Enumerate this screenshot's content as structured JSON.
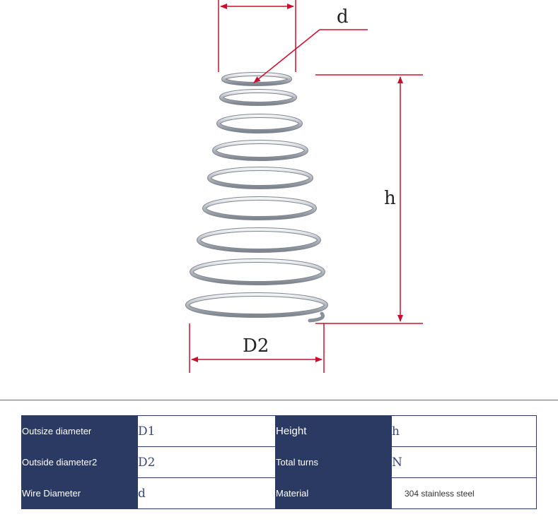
{
  "diagram": {
    "labels": {
      "wire_diameter": "d",
      "height": "h",
      "large_diameter": "D2"
    },
    "colors": {
      "dimension_line": "#c8102e",
      "spring_steel": "#b9bec6"
    }
  },
  "specs": {
    "rows": [
      {
        "key1": "Outsize diameter",
        "val1": "D1",
        "key2": "Height",
        "val2": "h"
      },
      {
        "key1": "Outside diameter2",
        "val1": "D2",
        "key2": "Total turns",
        "val2": "N"
      },
      {
        "key1": "Wire Diameter",
        "val1": "d",
        "key2": "Material",
        "val2": "304 stainless steel"
      }
    ],
    "colors": {
      "header_bg": "#2b3a63"
    }
  }
}
